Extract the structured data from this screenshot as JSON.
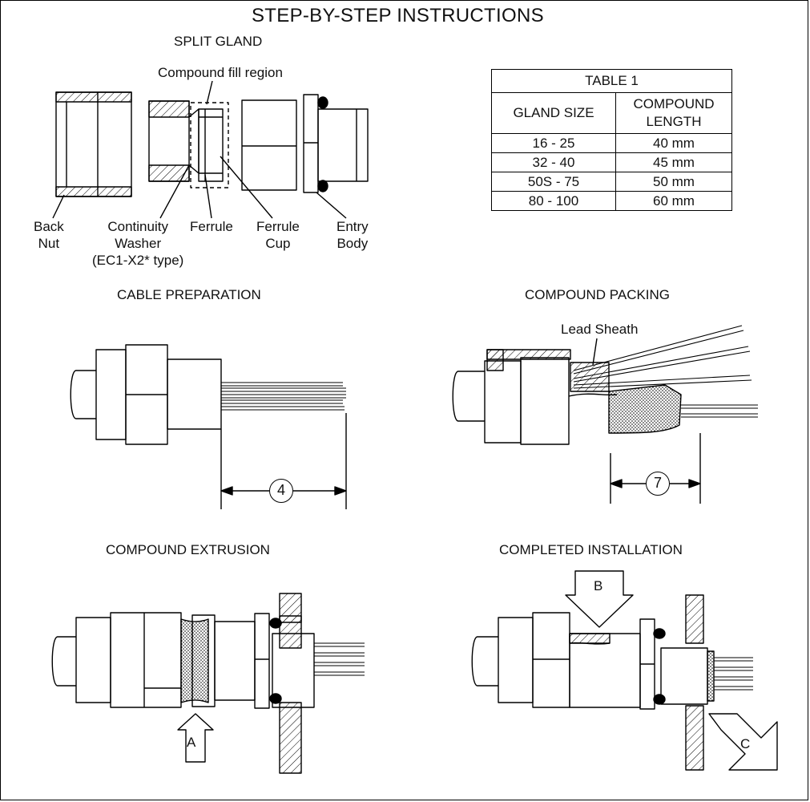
{
  "title": "STEP-BY-STEP INSTRUCTIONS",
  "sections": {
    "split_gland": "SPLIT GLAND",
    "cable_preparation": "CABLE PREPARATION",
    "compound_packing": "COMPOUND PACKING",
    "compound_extrusion": "COMPOUND EXTRUSION",
    "completed_installation": "COMPLETED INSTALLATION"
  },
  "labels": {
    "compound_fill_region": "Compound fill region",
    "back_nut": [
      "Back",
      "Nut"
    ],
    "continuity_washer": [
      "Continuity",
      "Washer",
      "(EC1-X2* type)"
    ],
    "ferrule": "Ferrule",
    "ferrule_cup": [
      "Ferrule",
      "Cup"
    ],
    "entry_body": [
      "Entry",
      "Body"
    ],
    "lead_sheath": "Lead Sheath"
  },
  "table": {
    "caption": "TABLE 1",
    "headers": [
      "GLAND SIZE",
      "COMPOUND\nLENGTH"
    ],
    "rows": [
      [
        "16 - 25",
        "40 mm"
      ],
      [
        "32 - 40",
        "45 mm"
      ],
      [
        "50S - 75",
        "50 mm"
      ],
      [
        "80 - 100",
        "60 mm"
      ]
    ]
  },
  "markers": {
    "dim_4": "4",
    "dim_7": "7",
    "arrow_a": "A",
    "arrow_b": "B",
    "arrow_c": "C"
  },
  "colors": {
    "line": "#000000",
    "background": "#ffffff"
  }
}
